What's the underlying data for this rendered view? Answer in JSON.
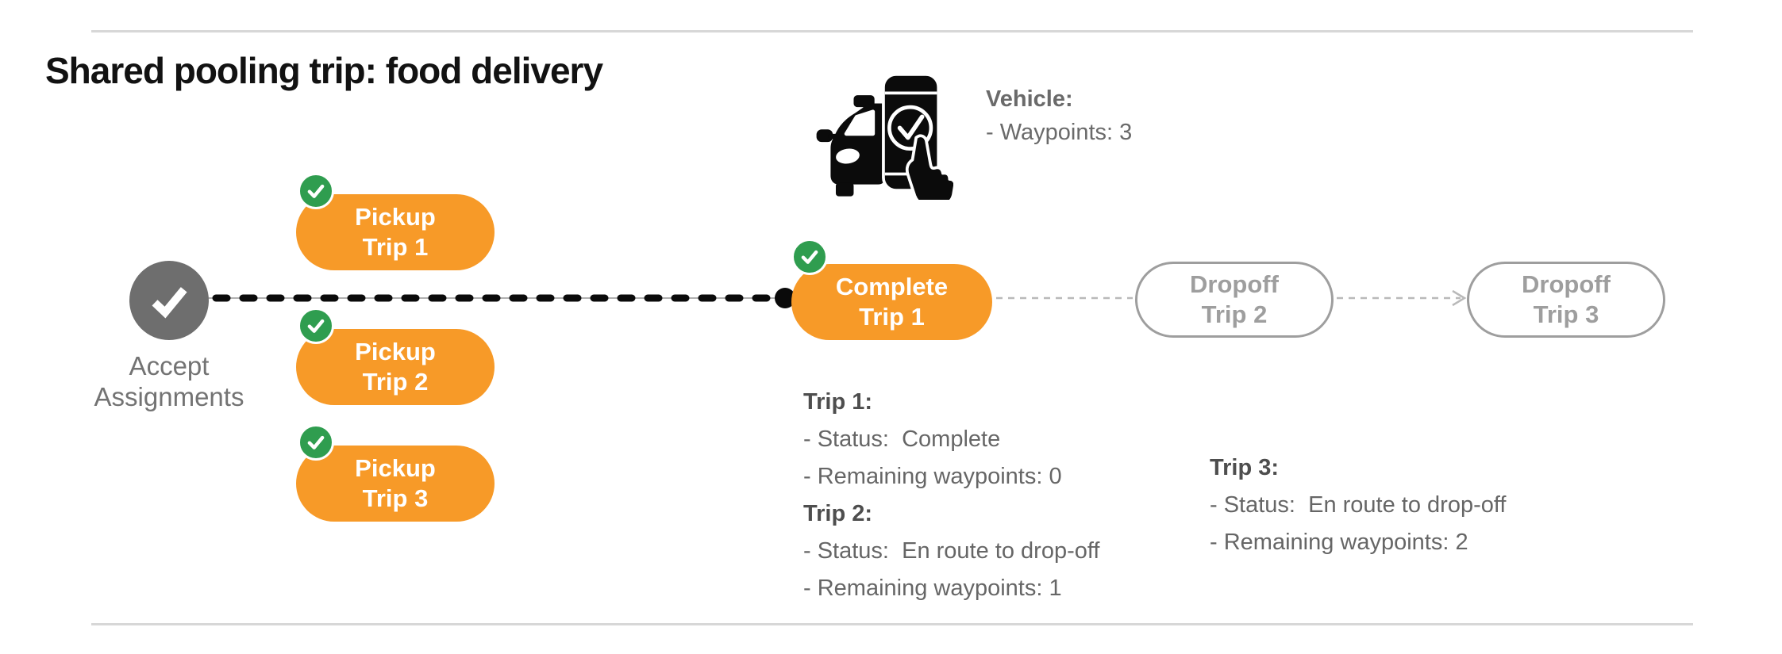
{
  "title": "Shared pooling trip: food delivery",
  "vehicle": {
    "icon": "car-phone-check-icon",
    "label": "Vehicle:",
    "waypoints_line": "- Waypoints: 3"
  },
  "flow": {
    "start": {
      "icon": "check-icon",
      "label_line1": "Accept",
      "label_line2": "Assignments"
    },
    "pickups": [
      {
        "line1": "Pickup",
        "line2": "Trip 1",
        "status_icon": "check-circle-icon"
      },
      {
        "line1": "Pickup",
        "line2": "Trip 2",
        "status_icon": "check-circle-icon"
      },
      {
        "line1": "Pickup",
        "line2": "Trip 3",
        "status_icon": "check-circle-icon"
      }
    ],
    "complete": {
      "line1": "Complete",
      "line2": "Trip 1",
      "status_icon": "check-circle-icon"
    },
    "dropoffs": [
      {
        "line1": "Dropoff",
        "line2": "Trip 2"
      },
      {
        "line1": "Dropoff",
        "line2": "Trip 3"
      }
    ]
  },
  "trip_details": [
    {
      "label": "Trip 1:",
      "lines": [
        "- Status:  Complete",
        "- Remaining waypoints: 0"
      ]
    },
    {
      "label": "Trip 2:",
      "lines": [
        "- Status:  En route to drop-off",
        "- Remaining waypoints: 1"
      ]
    },
    {
      "label": "Trip 3:",
      "lines": [
        "- Status:  En route to drop-off",
        "- Remaining waypoints: 2"
      ]
    }
  ],
  "colors": {
    "pill_orange": "#f79a28",
    "badge_green": "#2f9d4f",
    "node_gray": "#6e6e6e",
    "ghost_gray": "#9e9e9e",
    "body_text_gray": "#666666",
    "connector_black": "#0a0a0a",
    "connector_gray": "#b9b9b9",
    "hairline": "#d7d7d7"
  }
}
